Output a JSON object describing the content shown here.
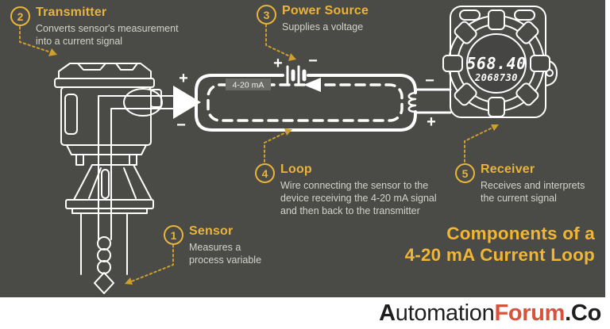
{
  "palette": {
    "panel_background": "#4a4a47",
    "accent_gold": "#e9b43c",
    "title_gold": "#f2b636",
    "line_art_white": "#ffffff",
    "description_gray": "#d3d3cd",
    "arrow_gold": "#cf9f2e",
    "logo_orange": "#d9523c",
    "logo_black": "#1e1e1e"
  },
  "callouts": [
    {
      "number": "1",
      "title": "Sensor",
      "desc_lines": [
        "Measures a",
        "process variable"
      ]
    },
    {
      "number": "2",
      "title": "Transmitter",
      "desc_lines": [
        "Converts sensor's measurement",
        "into a current signal"
      ]
    },
    {
      "number": "3",
      "title": "Power Source",
      "desc_lines": [
        "Supplies a voltage"
      ]
    },
    {
      "number": "4",
      "title": "Loop",
      "desc_lines": [
        "Wire connecting the sensor to the",
        "device receiving the 4-20 mA signal",
        "and then back to the transmitter"
      ]
    },
    {
      "number": "5",
      "title": "Receiver",
      "desc_lines": [
        "Receives and interprets",
        "the current signal"
      ]
    }
  ],
  "diagram": {
    "loop_chip": "4-20 mA",
    "battery_plus": "+",
    "battery_minus": "−",
    "transmitter_plus": "+",
    "transmitter_minus": "−",
    "receiver_minus": "−",
    "receiver_plus": "+",
    "display_primary": "568.40",
    "display_secondary": "2068730"
  },
  "title_lines": [
    "Components of a",
    "4-20 mA Current Loop"
  ],
  "footer": {
    "brand_part1": "Automation",
    "brand_part2": "Forum",
    "brand_part3": ".Co"
  }
}
